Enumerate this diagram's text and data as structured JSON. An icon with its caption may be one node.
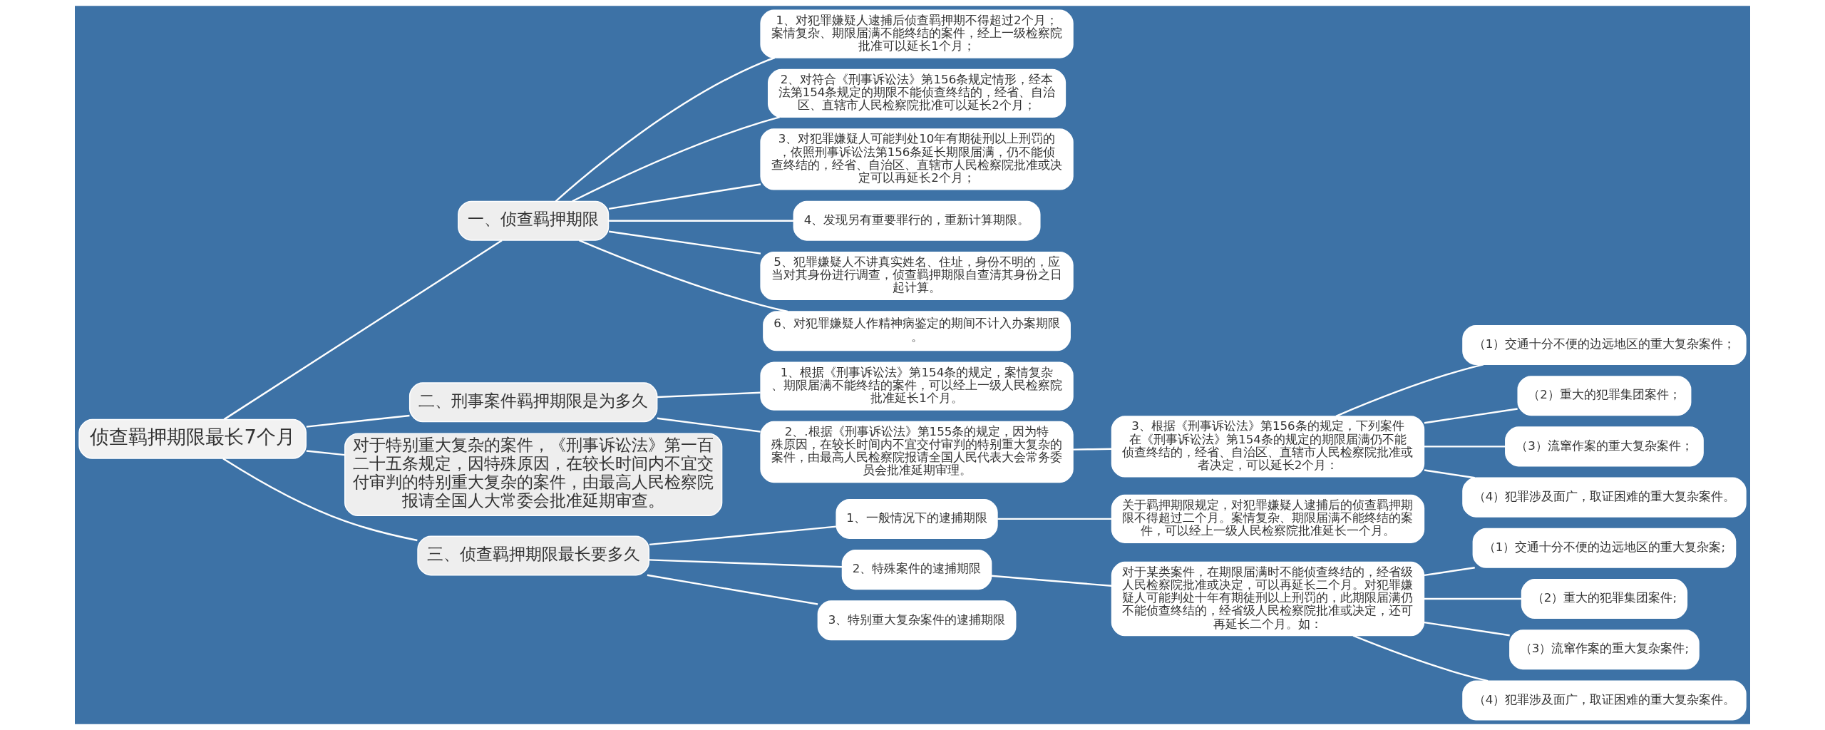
{
  "diagram": {
    "nodes": [
      {
        "text": [
          "侦查羁押期限最长7个月"
        ]
      },
      {
        "text": [
          "一、侦查羁押期限"
        ]
      },
      {
        "text": [
          "1、对犯罪嫌疑人逮捕后侦查羁押期不得超过2个月；案情复杂、期限届满不能终结的案件，经上一级检察院批准可以延长1个月；"
        ]
      },
      {
        "text": [
          "2、对符合《刑事诉讼法》第156条规定情形，经本法第154条规定的期限不能侦查终结的，经省、自治区、直辖市人民检察院批准可以延长2个月；"
        ]
      },
      {
        "text": [
          "3、对犯罪嫌疑人可能判处10年有期徒刑以上刑罚的，依照刑事诉讼法第156条延长期限届满，仍不能侦查终结的，经省、自治区、直辖市人民检察院批准或决定可以再延长2个月；"
        ]
      },
      {
        "text": [
          "4、发现另有重要罪行的，重新计算期限。"
        ]
      },
      {
        "text": [
          "5、犯罪嫌疑人不讲真实姓名、住址，身份不明的，应当对其身份进行调查，侦查羁押期限自查清其身份之日起计算。"
        ]
      },
      {
        "text": [
          "6、对犯罪嫌疑人作精神病鉴定的期间不计入办案期限。"
        ]
      },
      {
        "text": [
          "二、刑事案件羁押期限是为多久"
        ]
      },
      {
        "text": [
          "1、根据《刑事诉讼法》第154条的规定，案情复杂、期限届满不能终结的案件，可以经上一级人民检察院批准延长1个月。"
        ]
      },
      {
        "text": [
          "2、.根据《刑事诉讼法》第155条的规定，因为特殊原因，在较长时间内不宜交付审判的特别重大复杂的案件，由最高人民检察院报请全国人民代表大会常务委员会批准延期审理。"
        ]
      },
      {
        "text": [
          "3、根据《刑事诉讼法》第156条的规定，下列案件在《刑事诉讼法》第154条的规定的期限届满仍不能侦查终结的，经省、自治区、直辖市人民检察院批准或者决定，可以延长2个月："
        ]
      },
      {
        "text": [
          "（1）交通十分不便的边远地区的重大复杂案件；"
        ]
      },
      {
        "text": [
          "（2）重大的犯罪集团案件；"
        ]
      },
      {
        "text": [
          "（3）流窜作案的重大复杂案件；"
        ]
      },
      {
        "text": [
          "（4）犯罪涉及面广，取证困难的重大复杂案件。"
        ]
      },
      {
        "text": [
          "对于特别重大复杂的案件，《刑事诉讼法》第一百二十五条规定，因特殊原因，在较长时间内不宜交付审判的特别重大复杂的案件，由最高人民检察院报请全国人大常委会批准延期审查。"
        ]
      },
      {
        "text": [
          "三、侦查羁押期限最长要多久"
        ]
      },
      {
        "text": [
          "1、一般情况下的逮捕期限"
        ]
      },
      {
        "text": [
          "关于羁押期限规定，对犯罪嫌疑人逮捕后的侦查羁押期限不得超过二个月。案情复杂、期限届满不能终结的案件，可以经上一级人民检察院批准延长一个月。"
        ]
      },
      {
        "text": [
          "2、特殊案件的逮捕期限"
        ]
      },
      {
        "text": [
          "对于某类案件，在期限届满时不能侦查终结的，经省级人民检察院批准或决定，可以再延长二个月。对犯罪嫌疑人可能判处十年有期徒刑以上刑罚的，此期限届满仍不能侦查终结的，经省级人民检察院批准或决定，还可再延长二个月。如："
        ]
      },
      {
        "text": [
          "（1）交通十分不便的边远地区的重大复杂案;"
        ]
      },
      {
        "text": [
          "（2）重大的犯罪集团案件;"
        ]
      },
      {
        "text": [
          "（3）流窜作案的重大复杂案件;"
        ]
      },
      {
        "text": [
          "（4）犯罪涉及面广，取证困难的重大复杂案件。"
        ]
      },
      {
        "text": [
          "3、特别重大复杂案件的逮捕期限"
        ]
      }
    ],
    "edges": [
      {
        "from": 0,
        "to": 1,
        "arrow": "none"
      },
      {
        "from": 1,
        "to": 2,
        "arrow": "none"
      },
      {
        "from": 1,
        "to": 3,
        "arrow": "none"
      },
      {
        "from": 1,
        "to": 4,
        "arrow": "none"
      },
      {
        "from": 1,
        "to": 5,
        "arrow": "none"
      },
      {
        "from": 1,
        "to": 6,
        "arrow": "none"
      },
      {
        "from": 1,
        "to": 7,
        "arrow": "none"
      },
      {
        "from": 0,
        "to": 8,
        "arrow": "none"
      },
      {
        "from": 8,
        "to": 9,
        "arrow": "none"
      },
      {
        "from": 8,
        "to": 10,
        "arrow": "none"
      },
      {
        "from": 10,
        "to": 11,
        "arrow": "none"
      },
      {
        "from": 11,
        "to": 12,
        "arrow": "none"
      },
      {
        "from": 11,
        "to": 13,
        "arrow": "none"
      },
      {
        "from": 11,
        "to": 14,
        "arrow": "none"
      },
      {
        "from": 11,
        "to": 15,
        "arrow": "none"
      },
      {
        "from": 0,
        "to": 16,
        "arrow": "none"
      },
      {
        "from": 0,
        "to": 17,
        "arrow": "none"
      },
      {
        "from": 17,
        "to": 18,
        "arrow": "none"
      },
      {
        "from": 18,
        "to": 19,
        "arrow": "none"
      },
      {
        "from": 17,
        "to": 20,
        "arrow": "none"
      },
      {
        "from": 20,
        "to": 21,
        "arrow": "none"
      },
      {
        "from": 21,
        "to": 22,
        "arrow": "none"
      },
      {
        "from": 21,
        "to": 23,
        "arrow": "none"
      },
      {
        "from": 21,
        "to": 24,
        "arrow": "none"
      },
      {
        "from": 21,
        "to": 25,
        "arrow": "none"
      },
      {
        "from": 17,
        "to": 26,
        "arrow": "none"
      }
    ]
  }
}
